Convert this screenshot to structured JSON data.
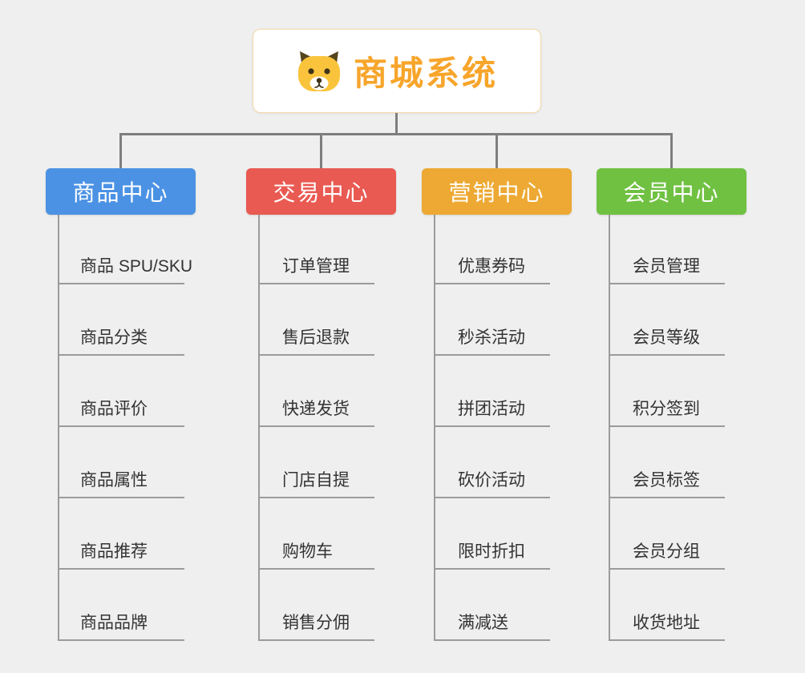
{
  "background": "#efefef",
  "root": {
    "title": "商城系统",
    "icon": "dog-face-icon",
    "text_color": "#f7a52b",
    "border_color": "#f5d7a6"
  },
  "connector_color": "#7e7e7e",
  "line_color": "#9b9b9b",
  "branches": [
    {
      "label": "商品中心",
      "color": "#4b92e4",
      "children": [
        "商品 SPU/SKU",
        "商品分类",
        "商品评价",
        "商品属性",
        "商品推荐",
        "商品品牌"
      ]
    },
    {
      "label": "交易中心",
      "color": "#e95a52",
      "children": [
        "订单管理",
        "售后退款",
        "快递发货",
        "门店自提",
        "购物车",
        "销售分佣"
      ]
    },
    {
      "label": "营销中心",
      "color": "#eda933",
      "children": [
        "优惠券码",
        "秒杀活动",
        "拼团活动",
        "砍价活动",
        "限时折扣",
        "满减送"
      ]
    },
    {
      "label": "会员中心",
      "color": "#70c142",
      "children": [
        "会员管理",
        "会员等级",
        "积分签到",
        "会员标签",
        "会员分组",
        "收货地址"
      ]
    }
  ]
}
